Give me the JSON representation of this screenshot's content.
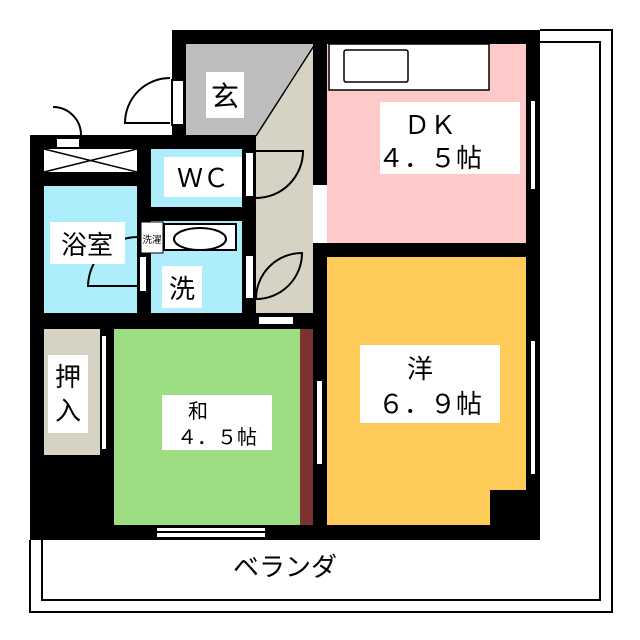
{
  "floorplan": {
    "rooms": {
      "entrance": "玄",
      "dk_name": "ＤＫ",
      "dk_size": "４．５帖",
      "wc": "ＷＣ",
      "bath": "浴室",
      "laundry": "洗濯",
      "washroom": "洗",
      "closet_top": "押",
      "closet_bottom": "入",
      "washitsu_name": "和",
      "washitsu_size": "４．５帖",
      "yoshitsu_name": "洋",
      "yoshitsu_size": "６．９帖",
      "balcony": "ベランダ"
    },
    "colors": {
      "wall": "#000000",
      "dk": "#fec9c9",
      "yoshitsu": "#fecb58",
      "washitsu": "#9ddd82",
      "wet": "#aeeefc",
      "entrance": "#bdbdbd",
      "hall": "#d6d2c4",
      "closet": "#d6d2c4",
      "tokonoma": "#7d3131"
    }
  }
}
